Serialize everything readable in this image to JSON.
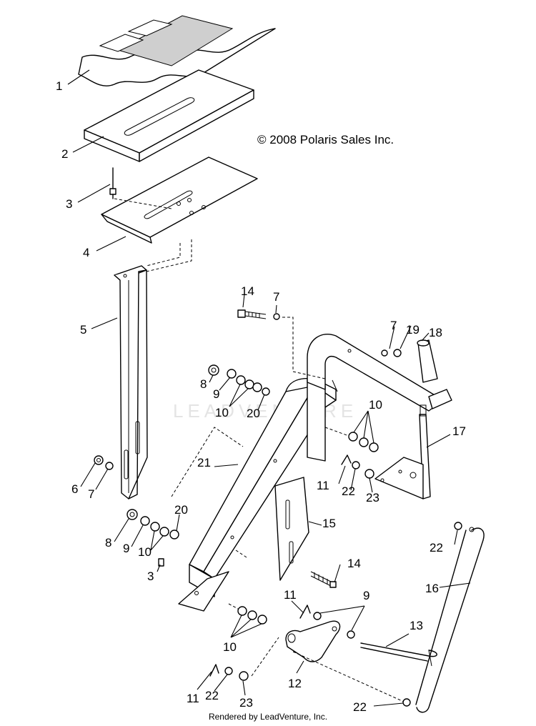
{
  "copyright": "© 2008 Polaris Sales Inc.",
  "footer": "Rendered by LeadVenture, Inc.",
  "watermark": "LEADVENTURE",
  "callouts": {
    "c1": "1",
    "c2": "2",
    "c3a": "3",
    "c4": "4",
    "c5": "5",
    "c6": "6",
    "c7a": "7",
    "c7b": "7",
    "c7c": "7",
    "c8a": "8",
    "c8b": "8",
    "c9a": "9",
    "c9b": "9",
    "c9c": "9",
    "c10a": "10",
    "c10b": "10",
    "c10c": "10",
    "c10d": "10",
    "c11a": "11",
    "c11b": "11",
    "c11c": "11",
    "c12": "12",
    "c13": "13",
    "c14a": "14",
    "c14b": "14",
    "c15": "15",
    "c16": "16",
    "c17": "17",
    "c18": "18",
    "c19": "19",
    "c20a": "20",
    "c20b": "20",
    "c21": "21",
    "c22a": "22",
    "c22b": "22",
    "c22c": "22",
    "c22d": "22",
    "c23a": "23",
    "c23b": "23",
    "c3b": "3"
  }
}
